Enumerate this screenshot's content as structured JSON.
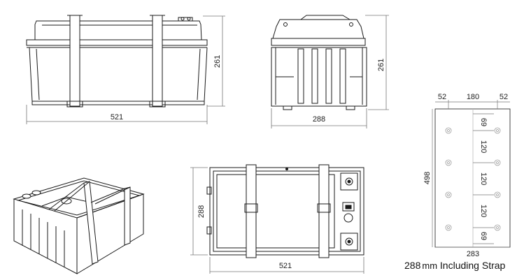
{
  "front_view": {
    "width": "521",
    "height": "261"
  },
  "side_view": {
    "width": "288",
    "height": "261"
  },
  "top_view": {
    "width": "521",
    "height": "288"
  },
  "strap_layout": {
    "top": [
      "52",
      "180",
      "52"
    ],
    "right": [
      "69",
      "120",
      "120",
      "120",
      "69"
    ],
    "left": "498",
    "bottom": "283"
  },
  "note": {
    "value": "288",
    "unit": "mm",
    "text": "Including Strap"
  },
  "colors": {
    "line": "#1a1a1a",
    "dim_line": "#777777",
    "screw": "#999999"
  }
}
